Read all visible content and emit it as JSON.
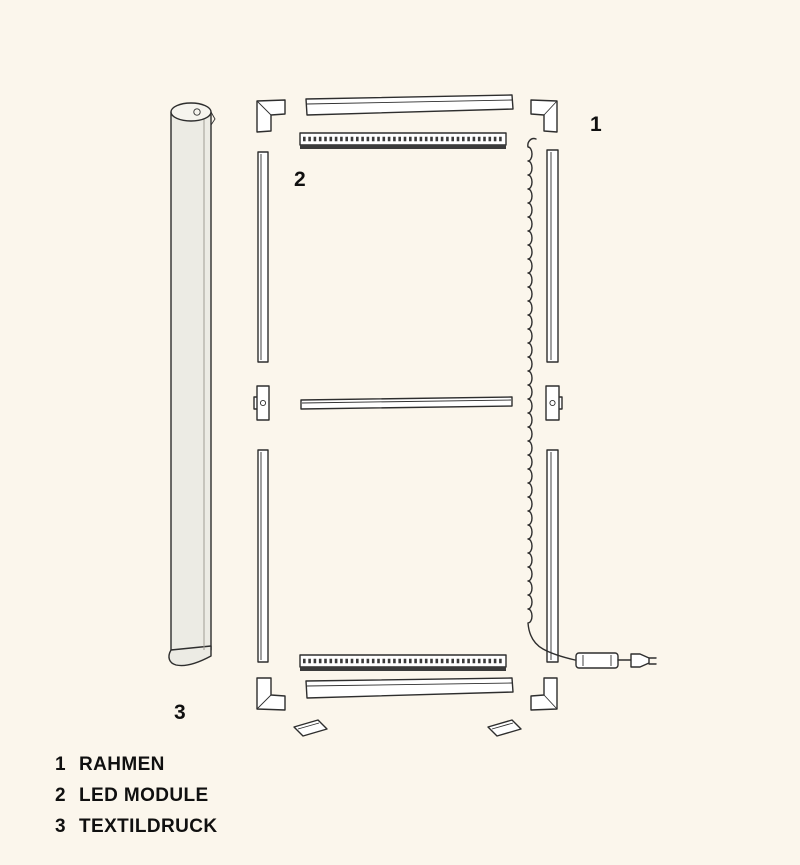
{
  "colors": {
    "background": "#fbf6ec",
    "line": "#2e2e2e",
    "led_band": "#3b3b3b"
  },
  "callouts": {
    "frame": "1",
    "led_module": "2",
    "textile": "3"
  },
  "legend": {
    "items": [
      {
        "number": "1",
        "label": "RAHMEN"
      },
      {
        "number": "2",
        "label": "LED MODULE"
      },
      {
        "number": "3",
        "label": "TEXTILDRUCK"
      }
    ]
  }
}
